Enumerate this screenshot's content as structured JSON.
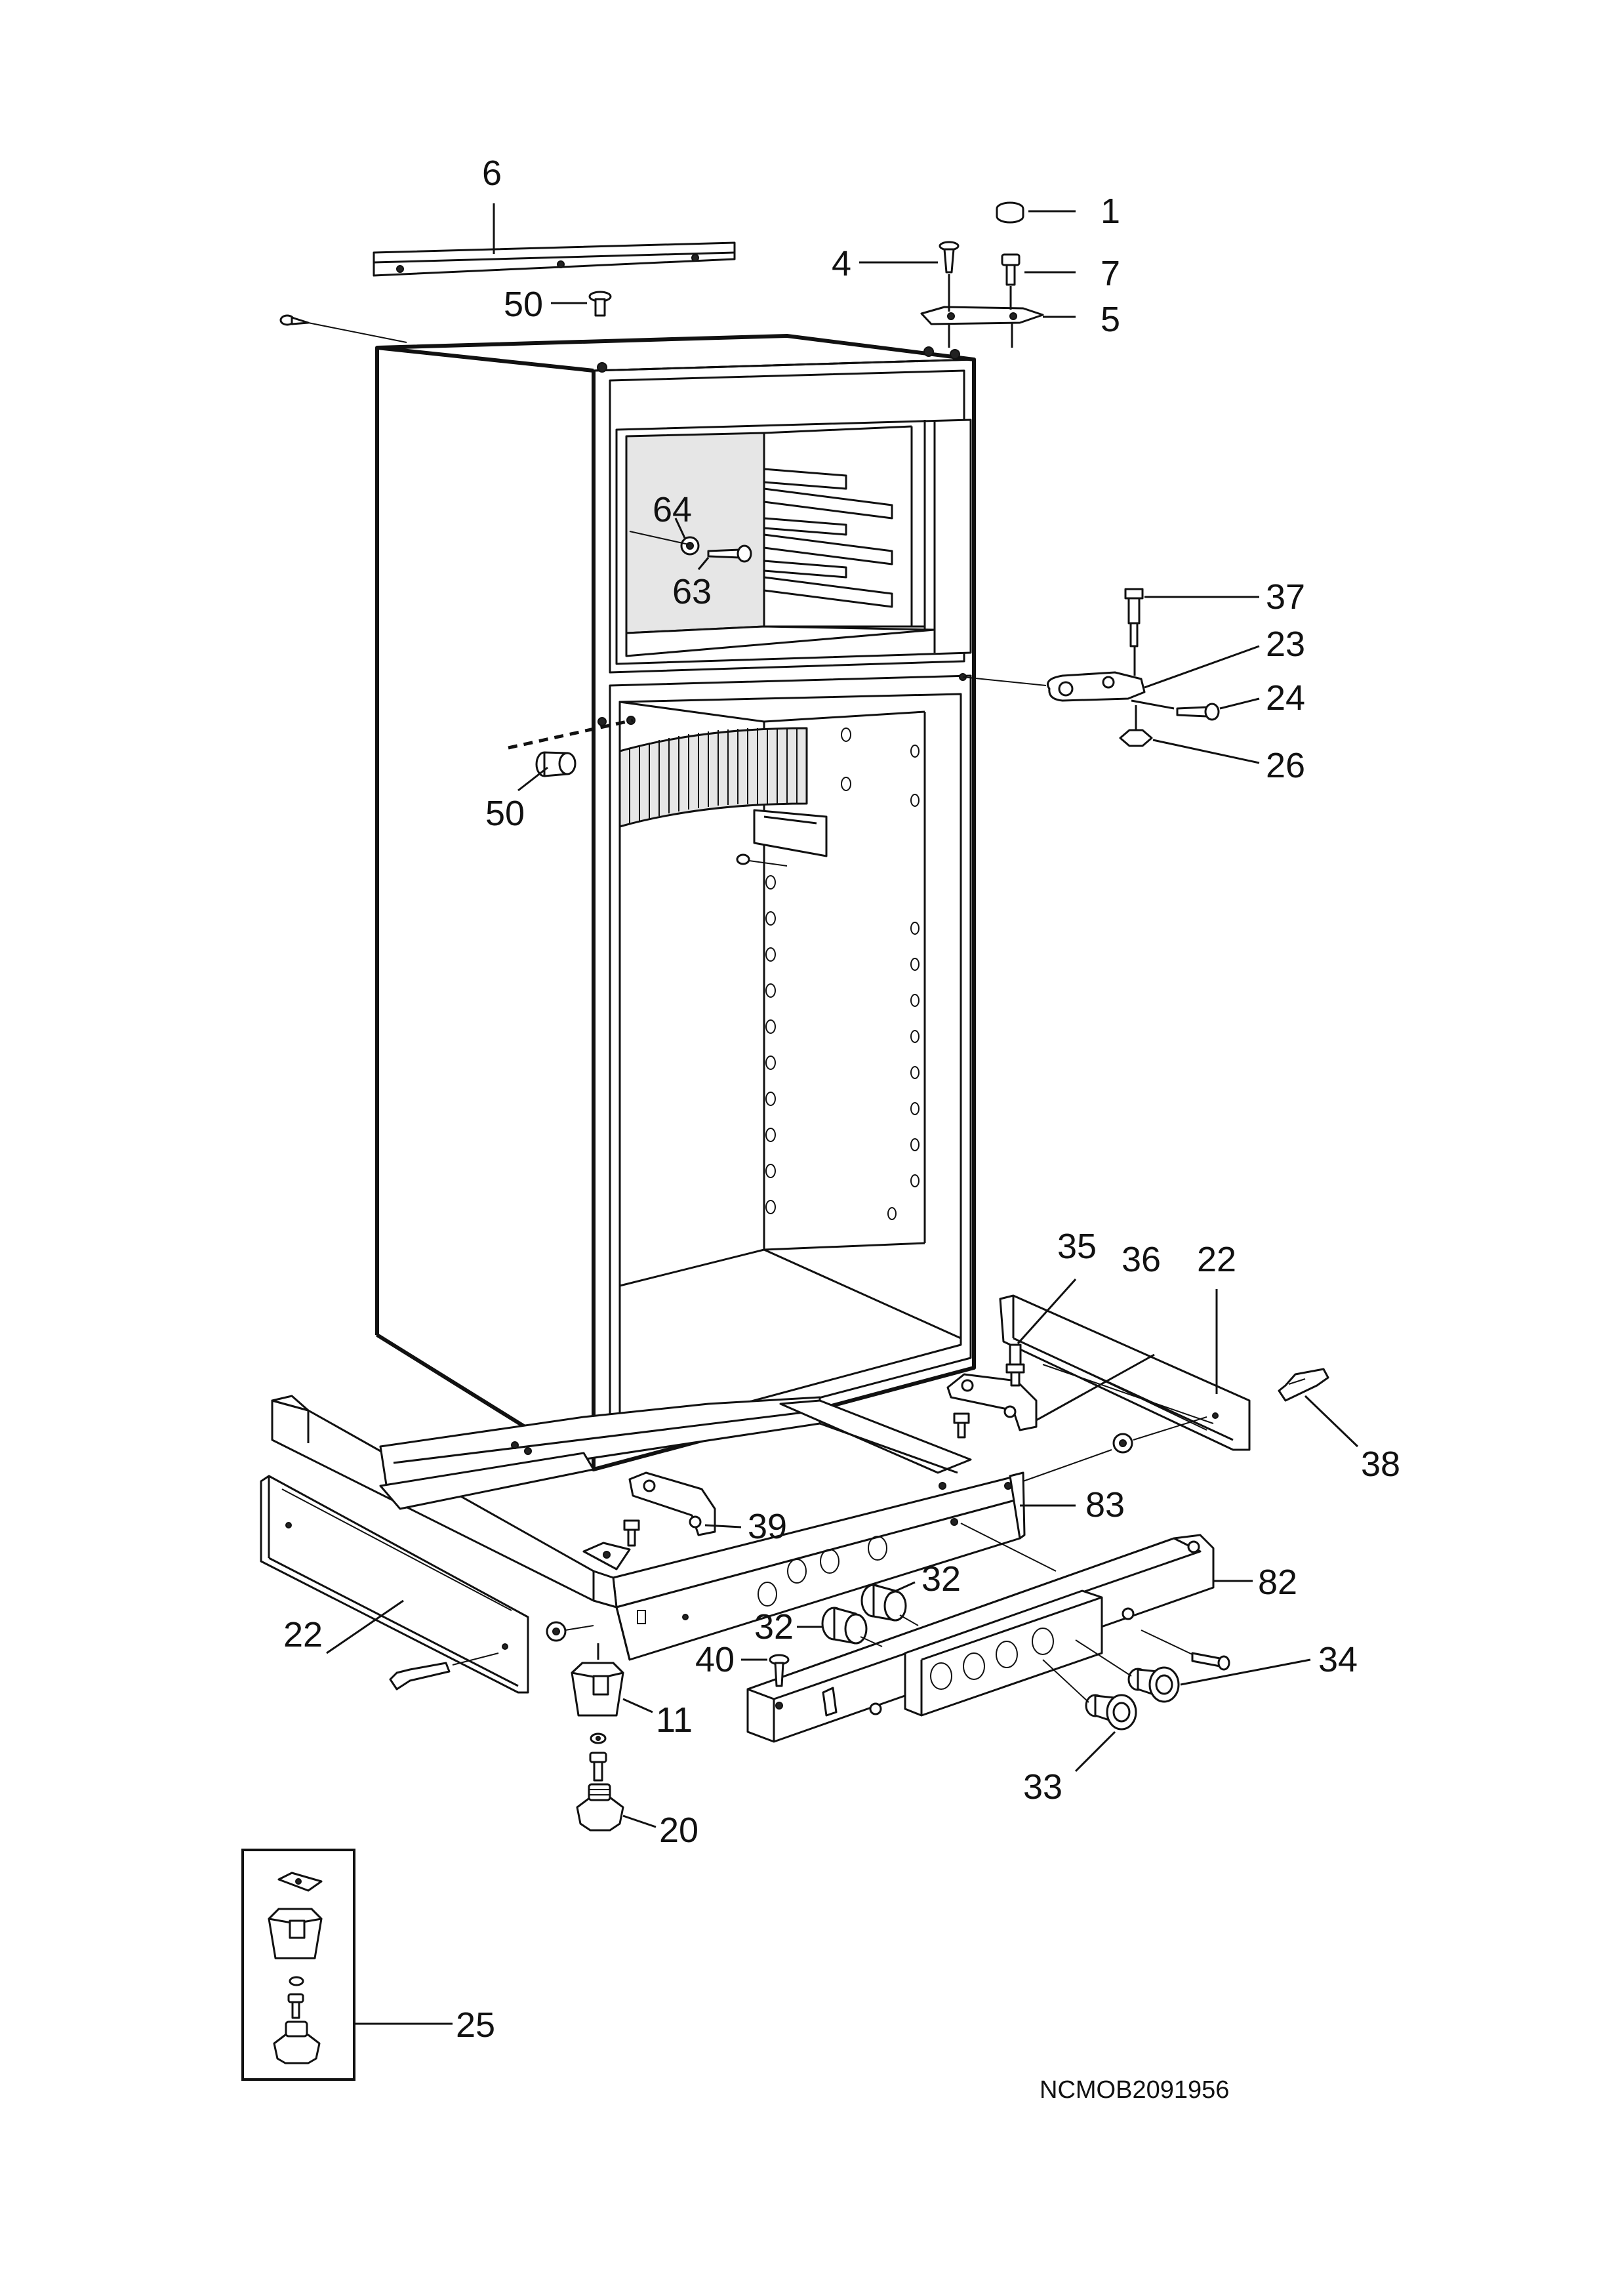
{
  "diagram": {
    "drawing_code": "NCMOB2091956",
    "callouts": {
      "c1": "1",
      "c4": "4",
      "c5": "5",
      "c6": "6",
      "c7": "7",
      "c50a": "50",
      "c50b": "50",
      "c64": "64",
      "c63": "63",
      "c37": "37",
      "c23": "23",
      "c24": "24",
      "c26": "26",
      "c35": "35",
      "c36": "36",
      "c22a": "22",
      "c38": "38",
      "c83": "83",
      "c39": "39",
      "c82": "82",
      "c32a": "32",
      "c32b": "32",
      "c34": "34",
      "c22b": "22",
      "c40": "40",
      "c11": "11",
      "c33": "33",
      "c20": "20",
      "c25": "25"
    }
  }
}
